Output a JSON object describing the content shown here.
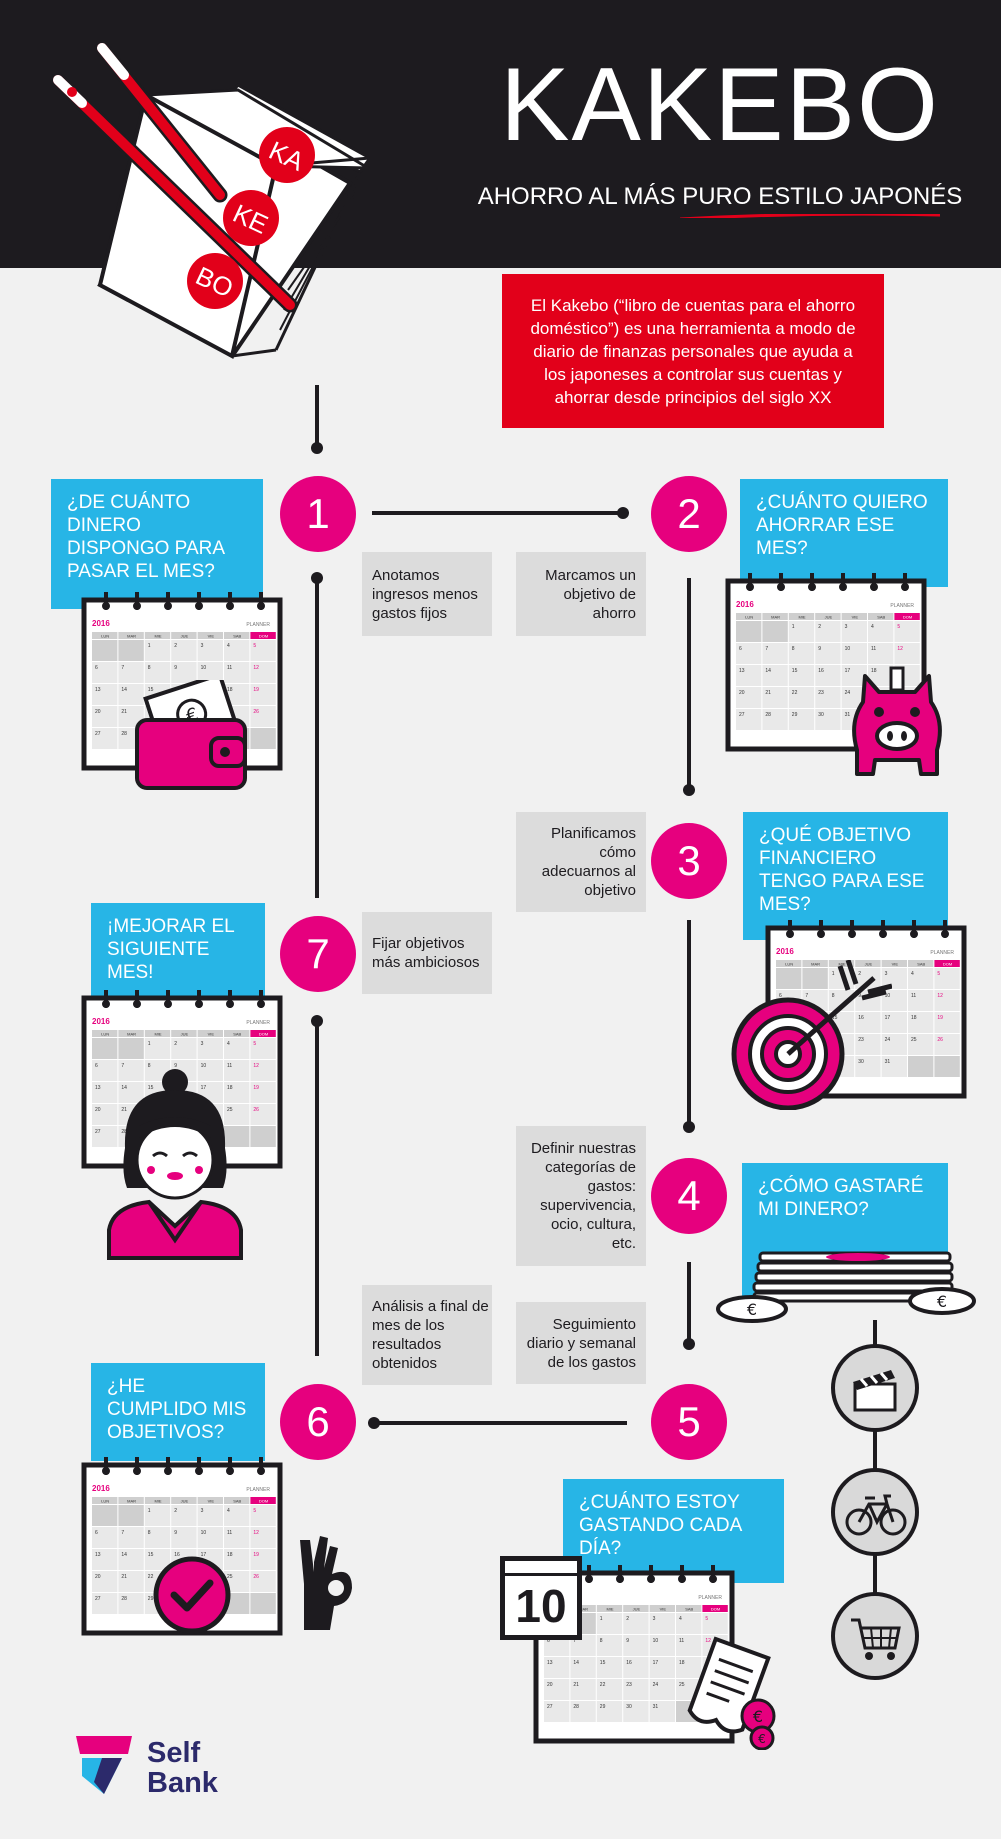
{
  "header": {
    "title": "KAKEBO",
    "subtitle": "AHORRO AL MÁS PURO ESTILO JAPONÉS",
    "book_syllables": [
      "KA",
      "KE",
      "BO"
    ]
  },
  "intro": {
    "text": "El Kakebo (“libro de cuentas para el ahorro doméstico”) es una herramienta a modo de diario de finanzas personales que ayuda a los japoneses a controlar sus cuentas y ahorrar desde principios del siglo XX"
  },
  "steps": [
    {
      "number": "1",
      "question": "¿DE CUÁNTO DINERO DISPONGO PARA PASAR EL MES?",
      "note": "Anotamos ingresos menos gastos fijos"
    },
    {
      "number": "2",
      "question": "¿CUÁNTO QUIERO AHORRAR ESE MES?",
      "note": "Marcamos un objetivo de ahorro"
    },
    {
      "number": "3",
      "question": "¿QUÉ OBJETIVO FINANCIERO TENGO PARA ESE MES?",
      "note": "Planificamos cómo adecuarnos al objetivo"
    },
    {
      "number": "4",
      "question": "¿CÓMO GASTARÉ MI DINERO?",
      "note": "Definir nuestras categorías de gastos: supervivencia, ocio, cultura, etc."
    },
    {
      "number": "5",
      "question": "¿CUÁNTO ESTOY GASTANDO CADA DÍA?",
      "note": "Seguimiento diario y semanal de los gastos"
    },
    {
      "number": "6",
      "question": "¿HE CUMPLIDO MIS OBJETIVOS?",
      "note": "Análisis a final de mes de los resultados obtenidos"
    },
    {
      "number": "7",
      "question": "¡MEJORAR EL SIGUIENTE MES!",
      "note": "Fijar objetivos más ambiciosos"
    }
  ],
  "calendar": {
    "year": "2016",
    "planner": "PLANNER",
    "days": [
      "LUN",
      "MAR",
      "MIE",
      "JUE",
      "VIE",
      "SAB",
      "DOM"
    ],
    "dates": [
      "",
      "",
      "1",
      "2",
      "3",
      "4",
      "5",
      "6",
      "7",
      "8",
      "9",
      "10",
      "11",
      "12",
      "13",
      "14",
      "15",
      "16",
      "17",
      "18",
      "19",
      "20",
      "21",
      "22",
      "23",
      "24",
      "25",
      "26",
      "27",
      "28",
      "29",
      "30",
      "31",
      "",
      ""
    ]
  },
  "day_card": "10",
  "spending_icons": [
    "clapperboard-icon",
    "bicycle-icon",
    "shopping-cart-icon"
  ],
  "logo": {
    "line1": "Self",
    "line2": "Bank"
  },
  "colors": {
    "dark": "#1d1b1f",
    "magenta": "#e6007e",
    "blue": "#27b5e6",
    "red": "#e2001a",
    "grey": "#dcdcdc",
    "background": "#f1f1f1"
  }
}
